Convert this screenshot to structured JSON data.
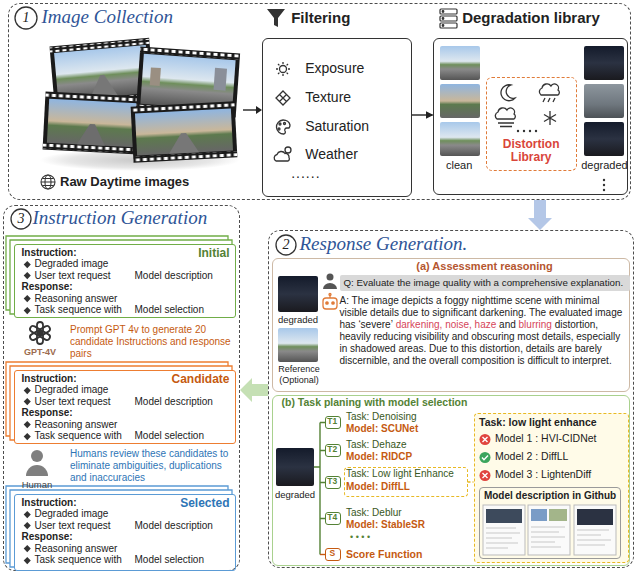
{
  "diagram": {
    "nodes": [
      {
        "text": [
          "Image Collection"
        ]
      },
      {
        "text": [
          "Filtering",
          "Exposure",
          "Texture",
          "Saturation",
          "Weather",
          "......"
        ],
        "in": 0
      },
      {
        "text": [
          "Degradation library",
          "clean",
          "degraded"
        ],
        "in": 0
      },
      {
        "text": [
          "Distortion Library"
        ],
        "in": 2
      },
      {
        "text": [
          "Response Generation."
        ]
      },
      {
        "text": [
          "(a) Assessment reasoning",
          "A: The image depicts a foggy nighttime scene with minimal visible details due to significant darkening. The evaluated image has ‘severe’",
          "darkening, noise, haze",
          "and",
          "blurring",
          "distortion, heavily reducing visibility and obscuring most details, especially in shadowed areas. Due to this distortion, details are barely discernible, and the overall composition is difficult to interpret."
        ],
        "in": 4
      },
      {
        "text": [
          "Q: Evaluate the image quality with a comprehensive explanation."
        ],
        "in": 5
      },
      {
        "text": [
          "(b) Task planing with model selection"
        ],
        "in": 4
      },
      {
        "text": [
          "T1"
        ],
        "in": 7
      },
      {
        "text": [
          "T2"
        ],
        "in": 7
      },
      {
        "text": [
          "T3"
        ],
        "in": 7
      },
      {
        "text": [
          "Task: Low light Enhance",
          "Model: DiffLL"
        ],
        "in": 7
      },
      {
        "text": [
          "T4"
        ],
        "in": 7
      },
      {
        "text": [
          "S"
        ],
        "in": 7
      },
      {
        "text": [
          "Task: low light enhance",
          "Model 1 : HVI-CIDNet",
          "Model 2 : DiffLL",
          "Model 3 : LightenDiff"
        ],
        "in": 7
      },
      {
        "text": [
          "Model description in Github"
        ],
        "in": 14
      },
      {
        "text": [
          "Instruction Generation"
        ]
      },
      {
        "text": [
          "Initial",
          "Instruction:",
          "Degraded image",
          "User text request",
          "Model description",
          "Response:",
          "Reasoning answer",
          "Task sequence with",
          "Model selection"
        ],
        "in": 16
      },
      {
        "text": [
          "Candidate",
          "Instruction:",
          "Degraded image",
          "User text request",
          "Model description",
          "Response:",
          "Reasoning answer",
          "Task sequence with",
          "Model selection"
        ],
        "in": 16
      },
      {
        "text": [
          "Selected",
          "Instruction:",
          "Degraded image",
          "User text request",
          "Model description",
          "Response:",
          "Reasoning answer",
          "Task sequence with",
          "Model selection"
        ],
        "in": 16
      }
    ],
    "edges": [
      {
        "from": 0,
        "to": 4,
        "arrow": "to"
      },
      {
        "from": 1,
        "to": 2,
        "arrow": "to"
      },
      {
        "from": 11,
        "to": 14,
        "arrow": "none"
      },
      {
        "from": 4,
        "to": 16,
        "arrow": "to"
      }
    ],
    "labels": [
      "1",
      "Raw Daytime images",
      "2",
      "degraded",
      "Reference (Optional)",
      "degraded",
      "Task: Denoising",
      "Model: SCUNet",
      "Task: Dehaze",
      "Model: RIDCP",
      "Task: Deblur",
      "Model: StableSR",
      "• • • •",
      "Score Function",
      "3",
      "GPT-4V",
      "Prompt GPT 4v to generate 20 candidate Instructions and response pairs",
      "Human",
      "Humans review these candidates to eliminate ambiguities, duplications and inaccuracies"
    ]
  }
}
